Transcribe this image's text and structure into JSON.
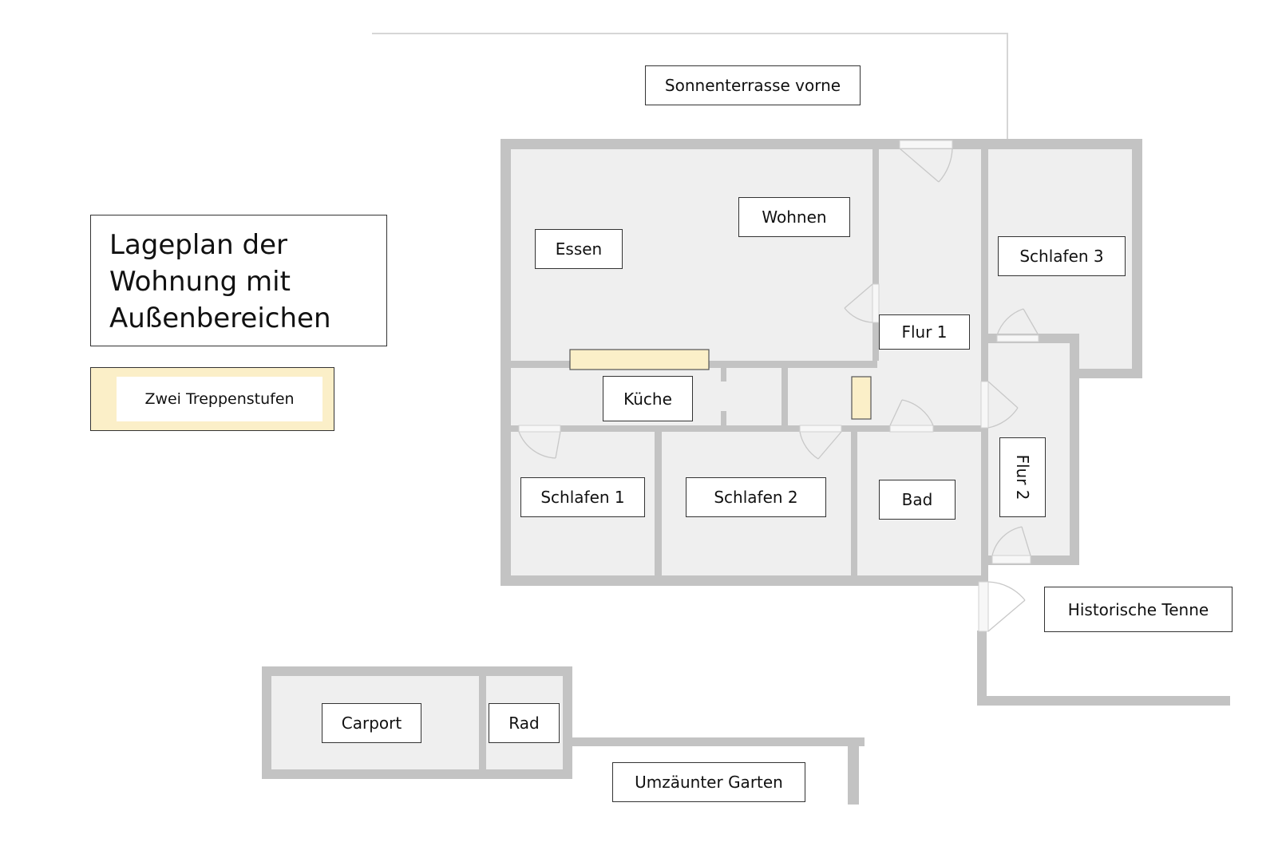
{
  "title": {
    "lines": [
      "Lageplan der",
      "Wohnung mit",
      "Außenbereichen"
    ]
  },
  "legend": {
    "stairs_label": "Zwei Treppenstufen"
  },
  "rooms": {
    "essen": "Essen",
    "wohnen": "Wohnen",
    "kueche": "Küche",
    "flur1": "Flur 1",
    "flur2": "Flur 2",
    "schlafen1": "Schlafen 1",
    "schlafen2": "Schlafen 2",
    "schlafen3": "Schlafen 3",
    "bad": "Bad"
  },
  "outdoor": {
    "terrace": "Sonnenterrasse vorne",
    "tenne": "Historische Tenne",
    "carport": "Carport",
    "rad": "Rad",
    "garden": "Umzäunter Garten"
  },
  "colors": {
    "wall": "#c3c3c3",
    "floor": "#efefef",
    "stairs": "#fbefc8",
    "label_border": "#333333"
  }
}
